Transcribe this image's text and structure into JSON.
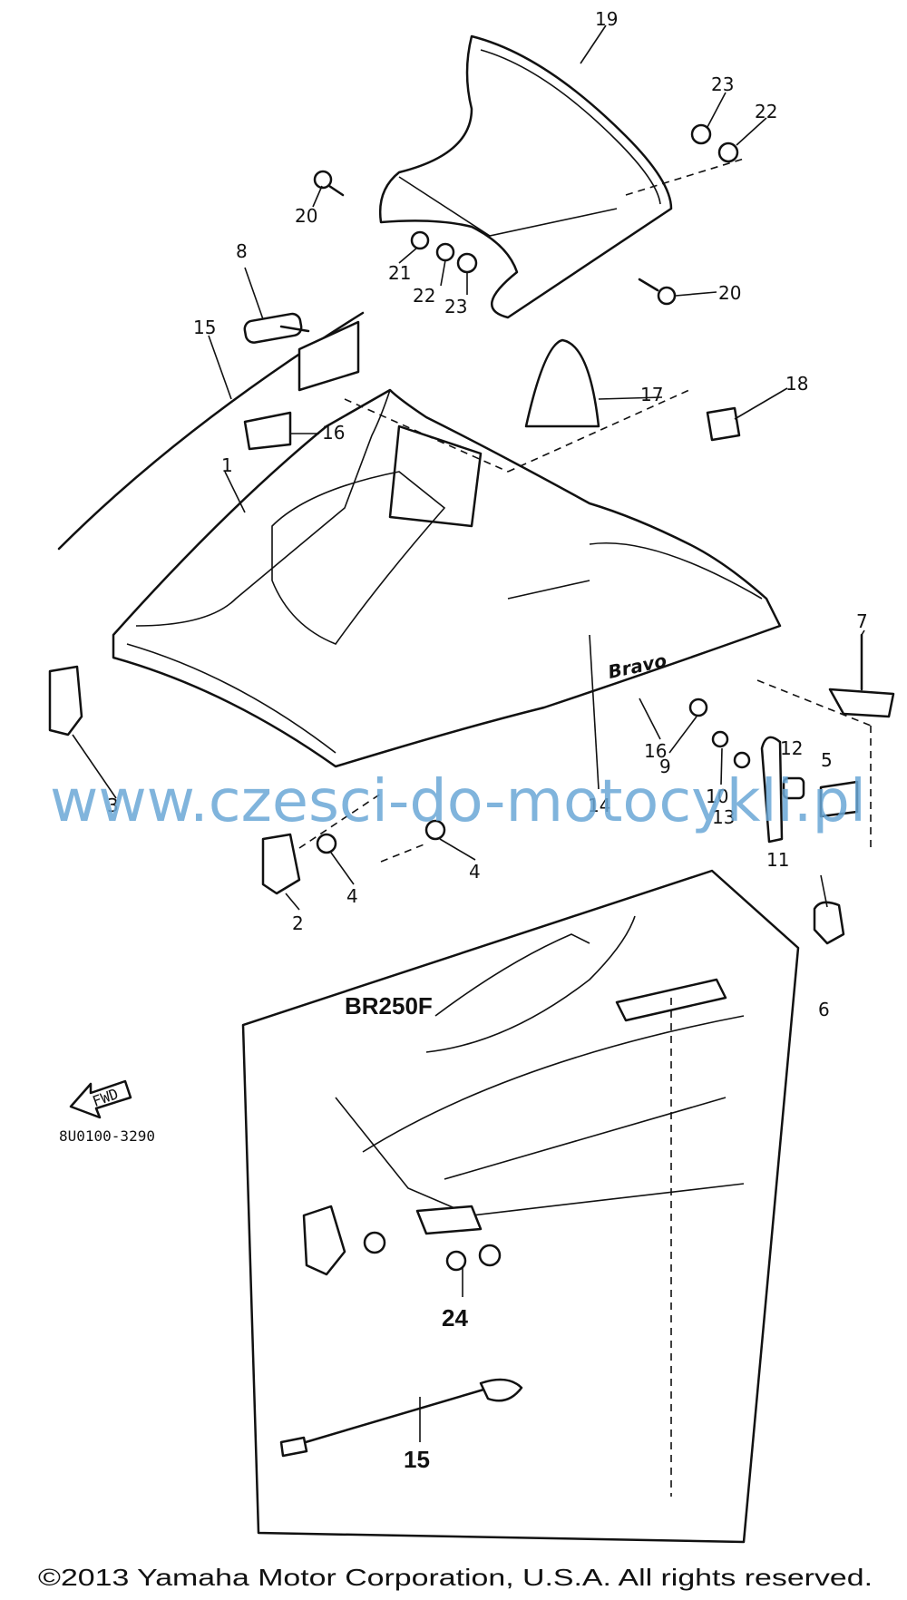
{
  "diagram": {
    "callouts": [
      "19",
      "23",
      "22",
      "20",
      "21",
      "22",
      "23",
      "20",
      "8",
      "15",
      "16",
      "17",
      "18",
      "1",
      "7",
      "16",
      "3",
      "2",
      "4",
      "4",
      "14",
      "9",
      "10",
      "13",
      "11",
      "12",
      "5",
      "6",
      "24",
      "15"
    ],
    "inset_title": "BR250F",
    "drawing_code": "8U0100-3290",
    "fwd_label": "FWD",
    "hood_decal": "Bravo",
    "watermark": "www.czesci-do-motocykli.pl",
    "copyright": "©2013 Yamaha Motor Corporation, U.S.A. All rights reserved."
  }
}
